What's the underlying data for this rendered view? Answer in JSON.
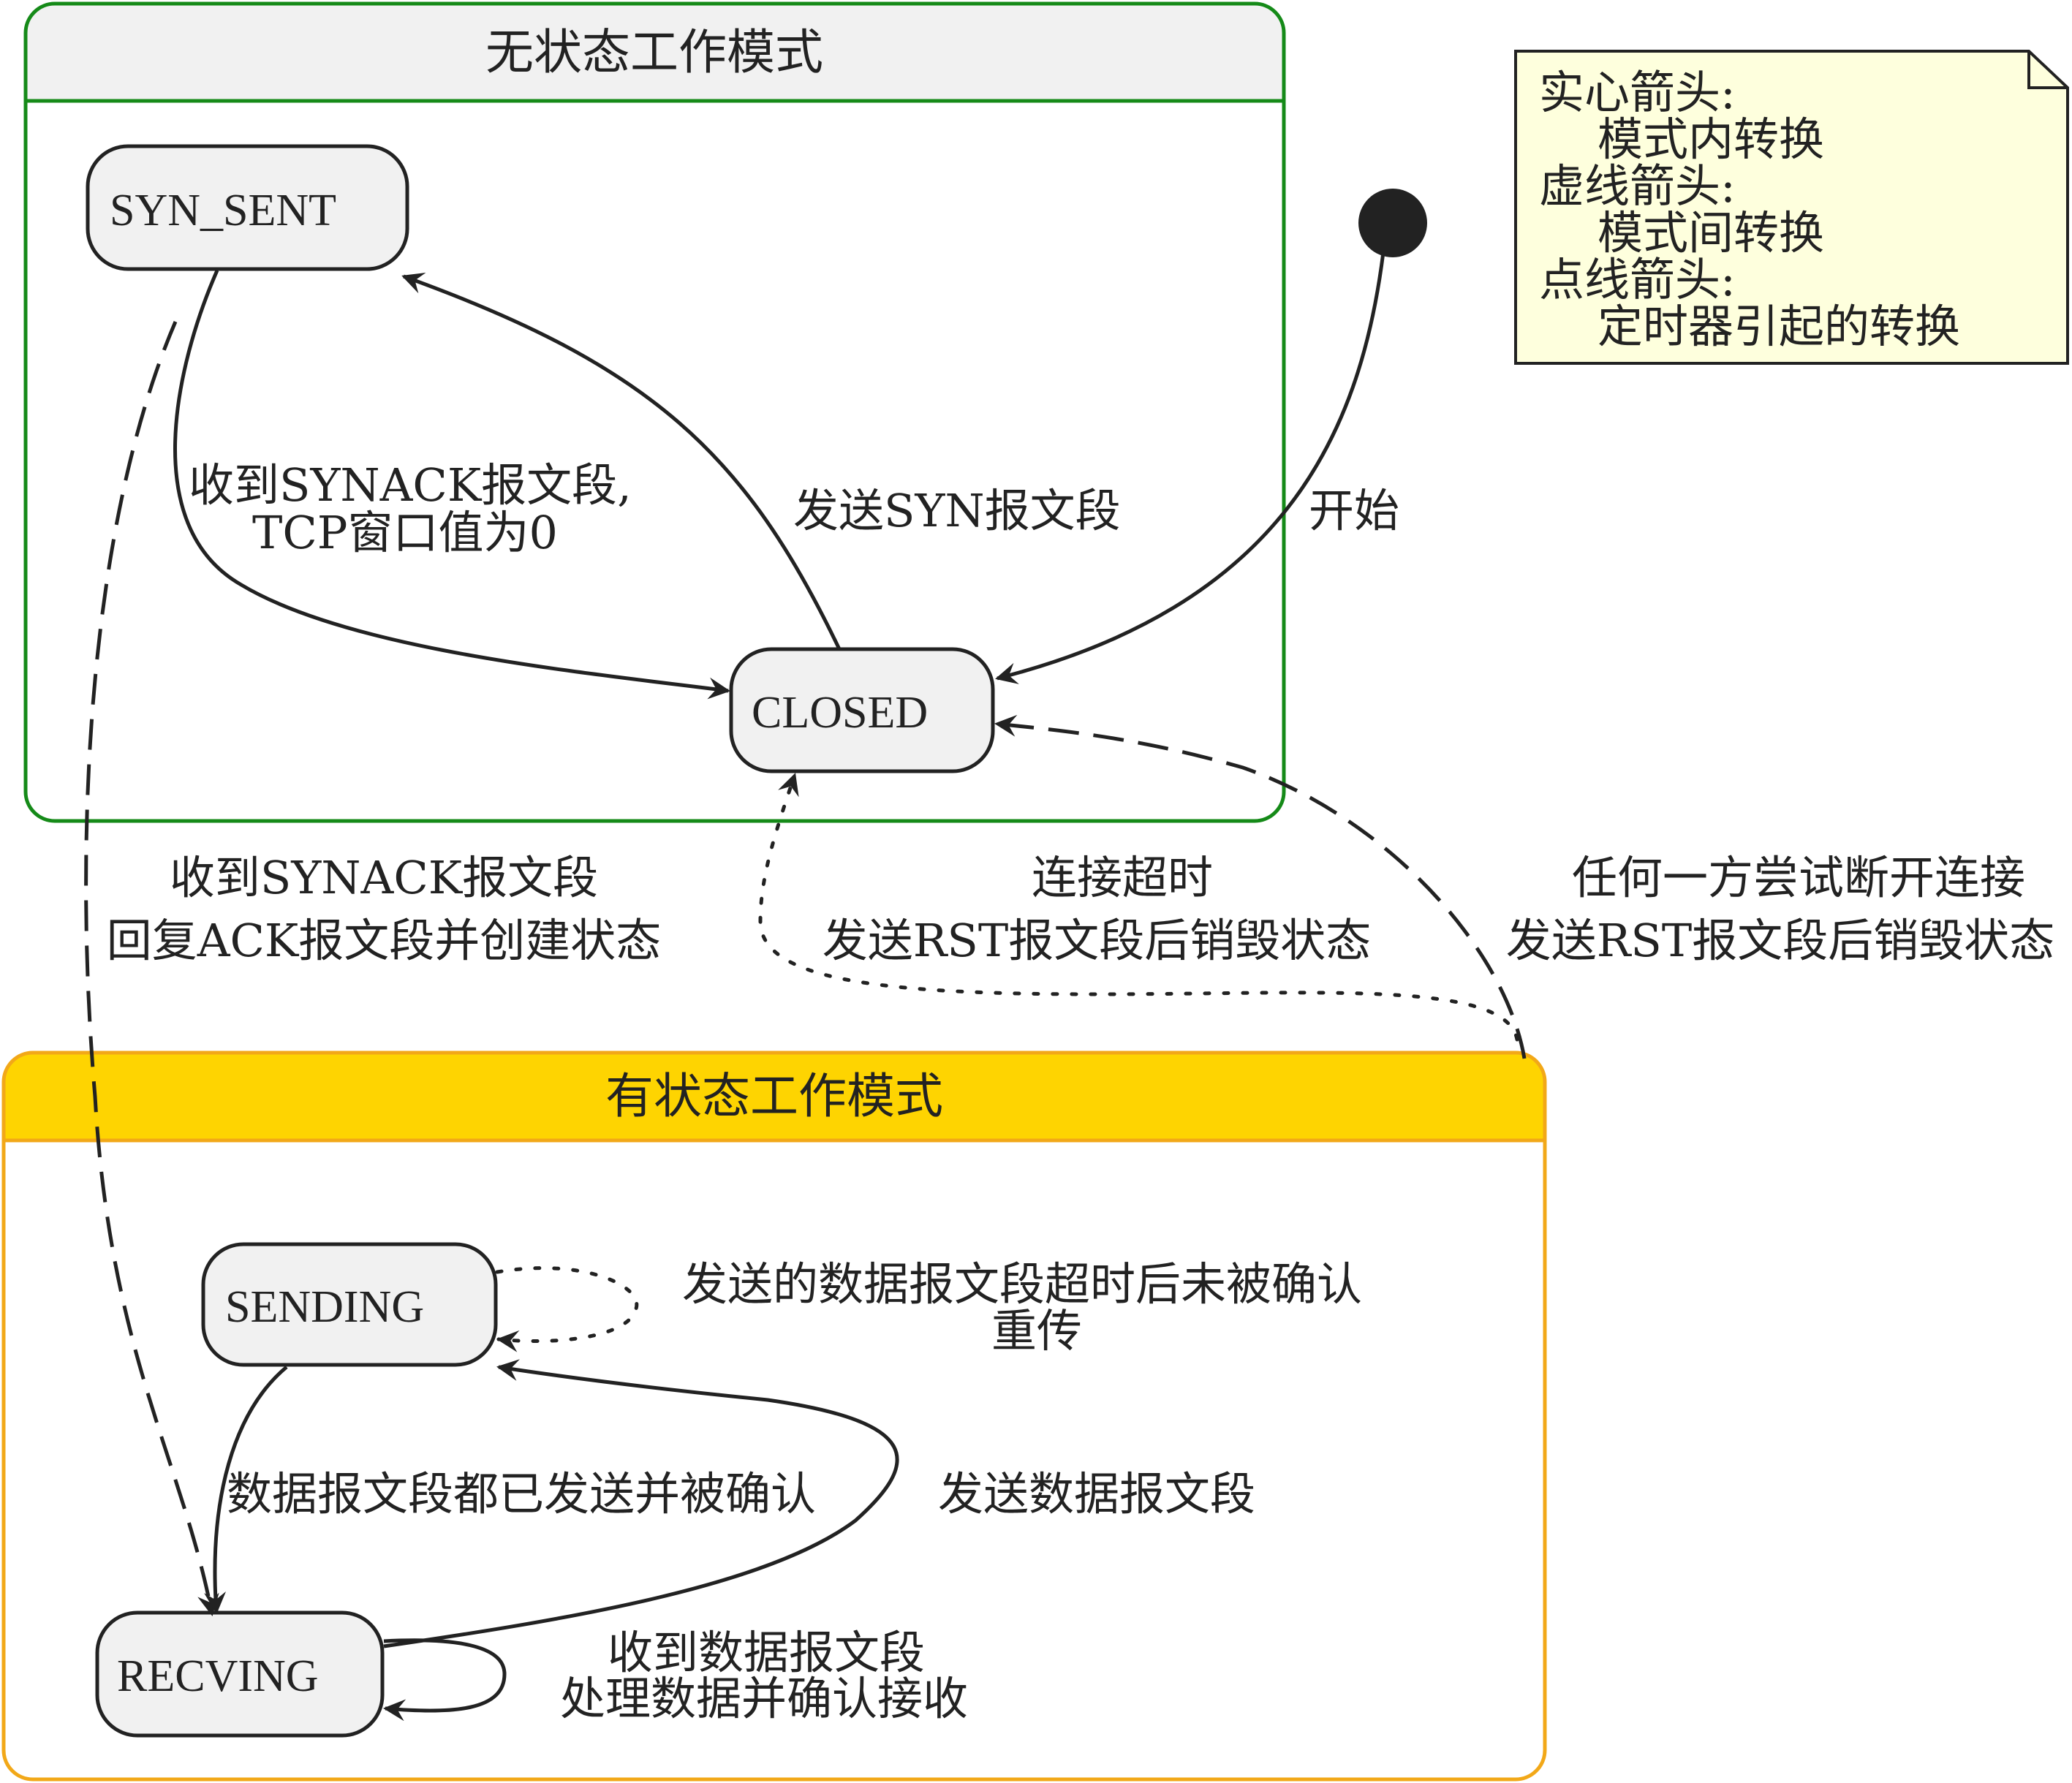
{
  "groups": {
    "stateless": {
      "title": "无状态工作模式",
      "border_color": "#158a18",
      "header_color": "#f1f1f1"
    },
    "stateful": {
      "title": "有状态工作模式",
      "border_color": "#f2a818",
      "header_color": "#fed401"
    }
  },
  "states": {
    "syn_sent": "SYN_SENT",
    "closed": "CLOSED",
    "sending": "SENDING",
    "recving": "RECVING"
  },
  "edges": {
    "start": "开始",
    "send_syn": "发送SYN报文段",
    "recv_synack_line1": "收到SYNACK报文段,",
    "recv_synack_line2": "TCP窗口值为0",
    "recv_synack_ack_line1": "收到SYNACK报文段",
    "recv_synack_ack_line2": "回复ACK报文段并创建状态",
    "timeout_line1": "连接超时",
    "timeout_line2": "发送RST报文段后销毁状态",
    "disconnect_line1": "任何一方尝试断开连接",
    "disconnect_line2": "发送RST报文段后销毁状态",
    "retransmit_line1": "发送的数据报文段超时后未被确认",
    "retransmit_line2": "重传",
    "all_acked": "数据报文段都已发送并被确认",
    "send_data": "发送数据报文段",
    "recv_data_line1": "收到数据报文段",
    "recv_data_line2": "处理数据并确认接收"
  },
  "legend_note": {
    "line1": "实心箭头:",
    "line2": "模式内转换",
    "line3": "虚线箭头:",
    "line4": "模式间转换",
    "line5": "点线箭头:",
    "line6": "定时器引起的转换",
    "background": "#feffdd"
  },
  "colors": {
    "state_fill": "#f1f1f1",
    "stroke": "#222222"
  }
}
